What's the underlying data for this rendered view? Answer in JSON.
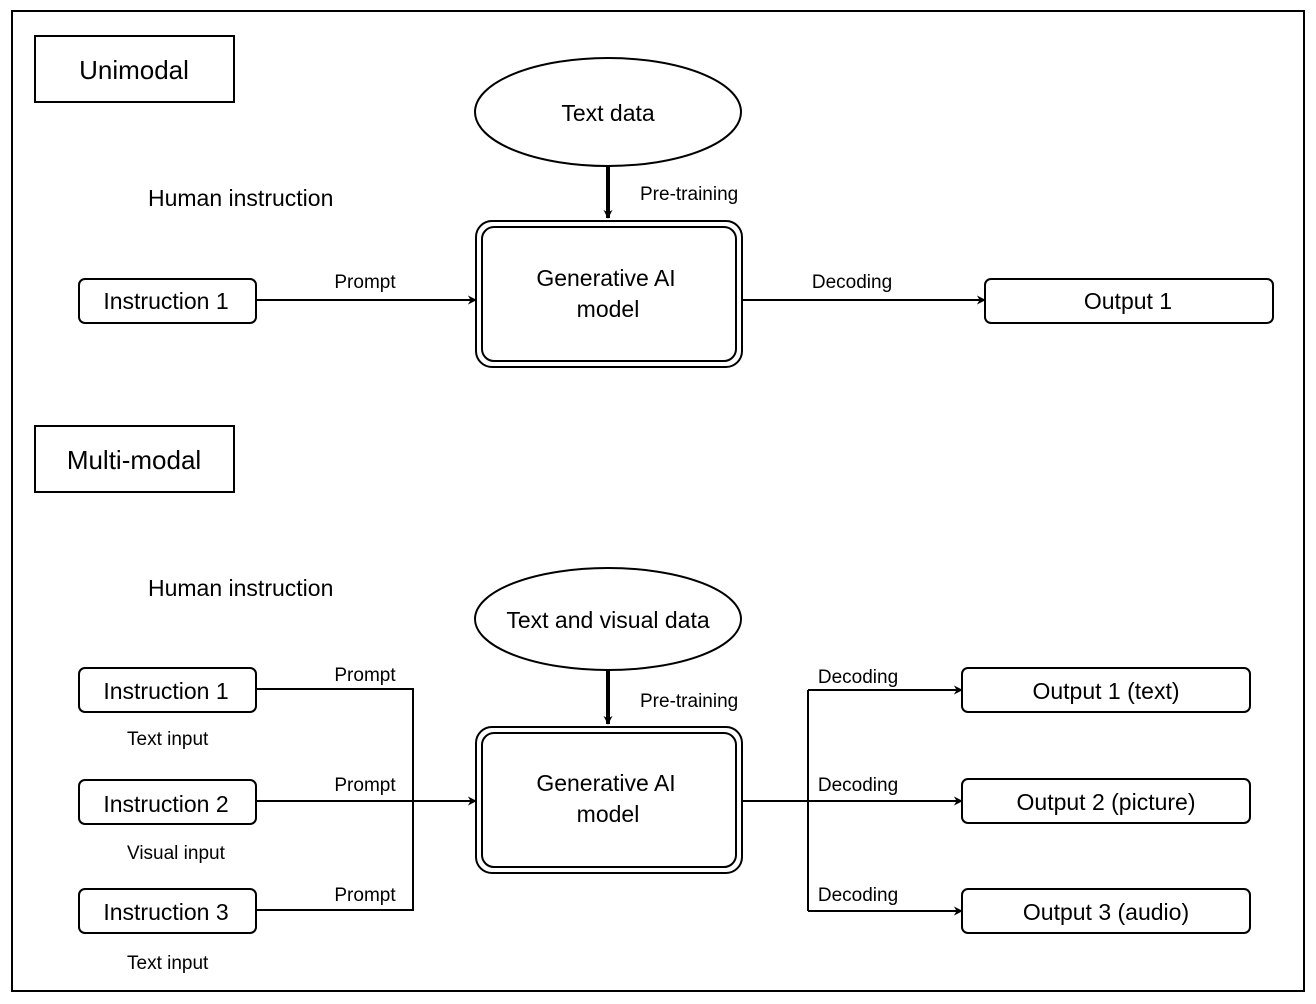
{
  "unimodal": {
    "section_label": "Unimodal",
    "human_instruction_label": "Human instruction",
    "data_source": "Text data",
    "pretraining_label": "Pre-training",
    "model_label_line1": "Generative AI",
    "model_label_line2": "model",
    "instruction": "Instruction 1",
    "prompt_label": "Prompt",
    "decoding_label": "Decoding",
    "output": "Output 1"
  },
  "multimodal": {
    "section_label": "Multi-modal",
    "human_instruction_label": "Human instruction",
    "data_source": "Text and visual data",
    "pretraining_label": "Pre-training",
    "model_label_line1": "Generative AI",
    "model_label_line2": "model",
    "instructions": [
      {
        "label": "Instruction 1",
        "input_type": "Text input",
        "prompt": "Prompt"
      },
      {
        "label": "Instruction 2",
        "input_type": "Visual input",
        "prompt": "Prompt"
      },
      {
        "label": "Instruction 3",
        "input_type": "Text input",
        "prompt": "Prompt"
      }
    ],
    "outputs": [
      {
        "label": "Output 1 (text)",
        "decoding": "Decoding"
      },
      {
        "label": "Output 2 (picture)",
        "decoding": "Decoding"
      },
      {
        "label": "Output 3 (audio)",
        "decoding": "Decoding"
      }
    ]
  }
}
